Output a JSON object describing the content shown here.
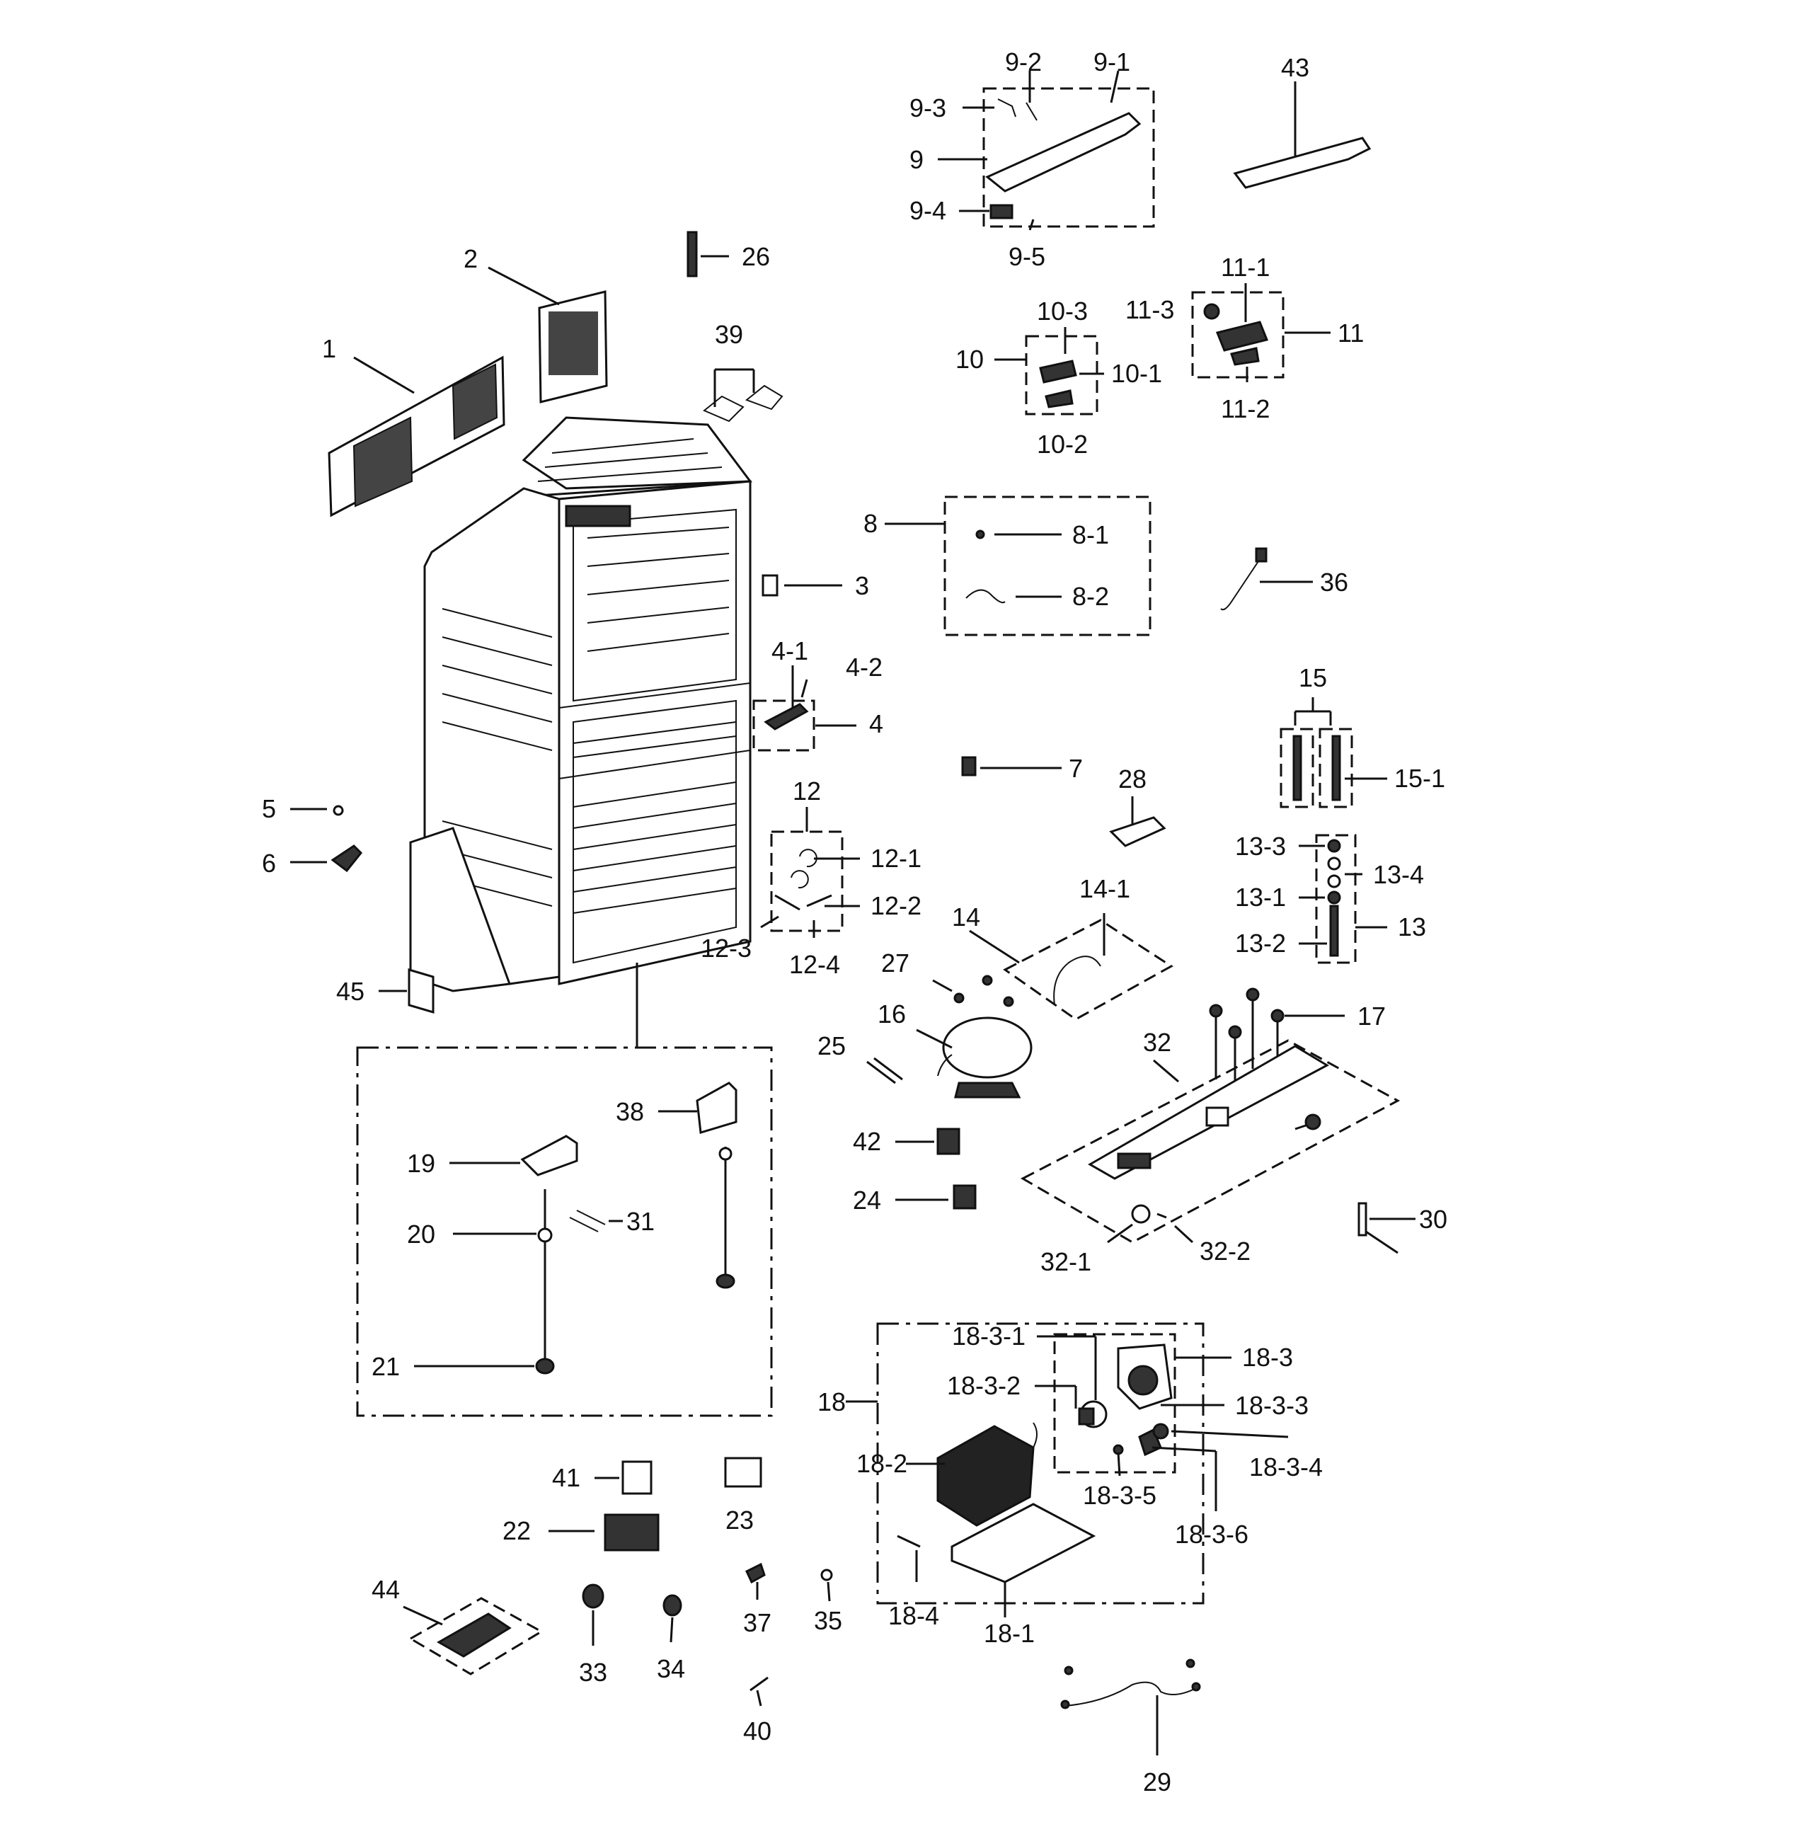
{
  "labels": {
    "p1": "1",
    "p2": "2",
    "p3": "3",
    "p4": "4",
    "p4_1": "4-1",
    "p4_2": "4-2",
    "p5": "5",
    "p6": "6",
    "p7": "7",
    "p8": "8",
    "p8_1": "8-1",
    "p8_2": "8-2",
    "p9": "9",
    "p9_1": "9-1",
    "p9_2": "9-2",
    "p9_3": "9-3",
    "p9_4": "9-4",
    "p9_5": "9-5",
    "p10": "10",
    "p10_1": "10-1",
    "p10_2": "10-2",
    "p10_3": "10-3",
    "p11": "11",
    "p11_1": "11-1",
    "p11_2": "11-2",
    "p11_3": "11-3",
    "p12": "12",
    "p12_1": "12-1",
    "p12_2": "12-2",
    "p12_3": "12-3",
    "p12_4": "12-4",
    "p13": "13",
    "p13_1": "13-1",
    "p13_2": "13-2",
    "p13_3": "13-3",
    "p13_4": "13-4",
    "p14": "14",
    "p14_1": "14-1",
    "p15": "15",
    "p15_1": "15-1",
    "p16": "16",
    "p17": "17",
    "p18": "18",
    "p18_1": "18-1",
    "p18_2": "18-2",
    "p18_3": "18-3",
    "p18_3_1": "18-3-1",
    "p18_3_2": "18-3-2",
    "p18_3_3": "18-3-3",
    "p18_3_4": "18-3-4",
    "p18_3_5": "18-3-5",
    "p18_3_6": "18-3-6",
    "p18_4": "18-4",
    "p19": "19",
    "p20": "20",
    "p21": "21",
    "p22": "22",
    "p23": "23",
    "p24": "24",
    "p25": "25",
    "p26": "26",
    "p27": "27",
    "p28": "28",
    "p29": "29",
    "p30": "30",
    "p31": "31",
    "p32": "32",
    "p32_1": "32-1",
    "p32_2": "32-2",
    "p33": "33",
    "p34": "34",
    "p35": "35",
    "p36": "36",
    "p37": "37",
    "p38": "38",
    "p39": "39",
    "p40": "40",
    "p41": "41",
    "p42": "42",
    "p43": "43",
    "p44": "44",
    "p45": "45"
  }
}
